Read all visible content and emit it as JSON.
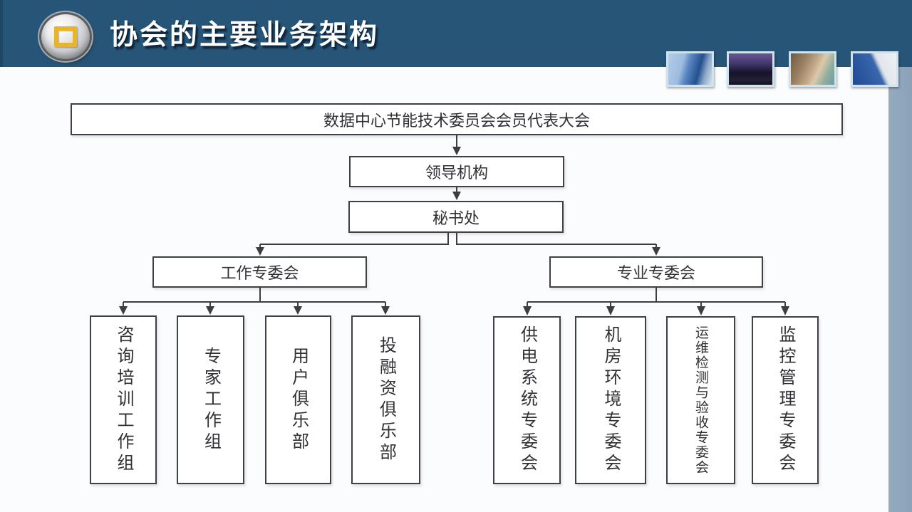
{
  "theme": {
    "header_bg": "#275578",
    "header_edge": "#1d4765",
    "content_bg": "#fbfcfd",
    "strip": "#94aabf",
    "line": "#3d3d42",
    "box_border": "#3f3f46",
    "box_fill": "#ffffff",
    "box_text": "#303036",
    "title_color": "#ffffff",
    "gold": "#eab427",
    "thumb_border": "#cfe3ee"
  },
  "header": {
    "title": "协会的主要业务架构",
    "logo_icon": "gold-square-badge",
    "thumbnails": [
      "blue-skyscraper-photo",
      "night-skyline-photo",
      "person-on-phone-photo",
      "building-sky-photo"
    ]
  },
  "org_chart": {
    "type": "org-tree",
    "root": "数据中心节能技术委员会会员代表大会",
    "level2": "领导机构",
    "level3": "秘书处",
    "branches": [
      {
        "label": "工作专委会",
        "children": [
          "咨询培训工作组",
          "专家工作组",
          "用户俱乐部",
          "投融资俱乐部"
        ]
      },
      {
        "label": "专业专委会",
        "children": [
          "供电系统专委会",
          "机房环境专委会",
          "运维检测与验收专委会",
          "监控管理专委会"
        ]
      }
    ]
  }
}
